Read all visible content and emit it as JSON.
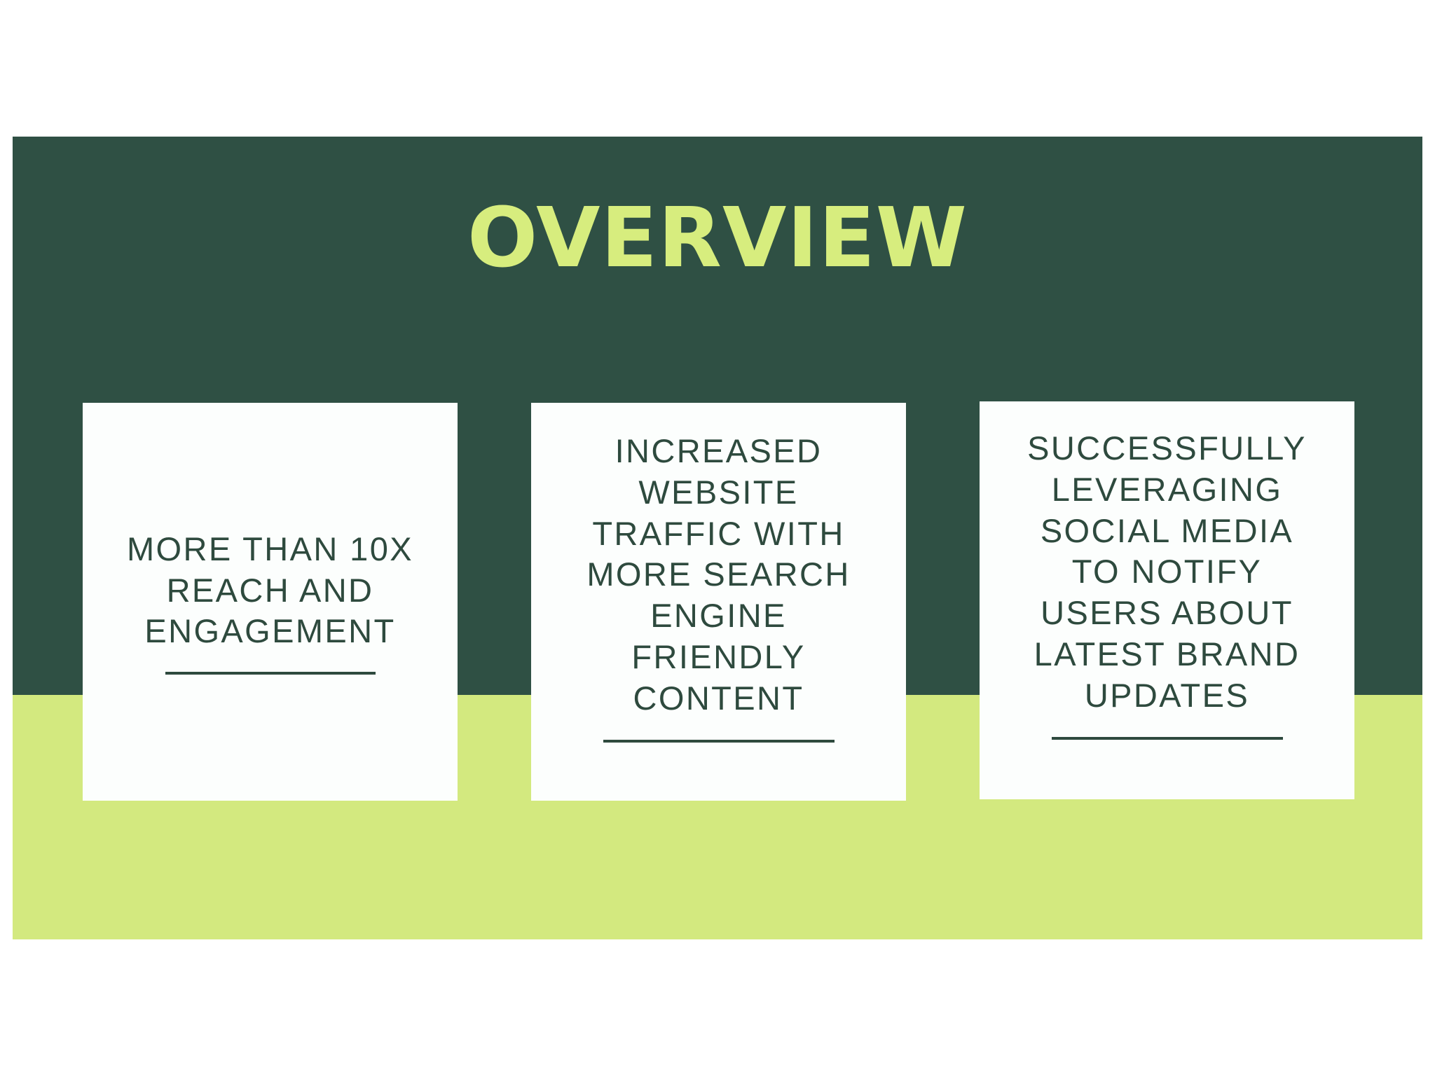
{
  "slide": {
    "title": "OVERVIEW",
    "colors": {
      "band_dark": "#2F5044",
      "band_light": "#D3E97F",
      "title_text": "#D7ED7E",
      "card_background": "#FCFEFD",
      "card_text": "#2E4A3E",
      "page_background": "#FFFFFF"
    }
  },
  "cards": [
    {
      "id": "card-1",
      "lines": [
        "MORE THAN 10X",
        "REACH AND",
        "ENGAGEMENT"
      ],
      "full_text": "MORE THAN 10X REACH AND ENGAGEMENT",
      "has_rule": true
    },
    {
      "id": "card-2",
      "lines": [
        "INCREASED",
        "WEBSITE",
        "TRAFFIC WITH",
        "MORE SEARCH",
        "ENGINE",
        "FRIENDLY",
        "CONTENT"
      ],
      "full_text": "INCREASED WEBSITE TRAFFIC WITH MORE SEARCH ENGINE FRIENDLY CONTENT",
      "has_rule": true
    },
    {
      "id": "card-3",
      "lines": [
        "SUCCESSFULLY",
        "LEVERAGING",
        "SOCIAL MEDIA",
        "TO NOTIFY",
        "USERS ABOUT",
        "LATEST BRAND",
        "UPDATES"
      ],
      "full_text": "SUCCESSFULLY LEVERAGING SOCIAL MEDIA TO NOTIFY USERS ABOUT LATEST BRAND UPDATES",
      "has_rule": true
    }
  ]
}
